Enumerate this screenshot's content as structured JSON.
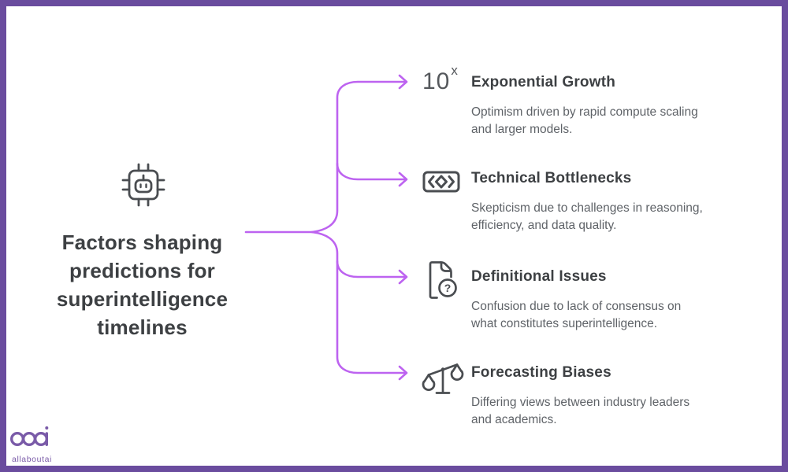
{
  "frame": {
    "border_color": "#6a4c9e",
    "background": "#ffffff"
  },
  "logo": {
    "mark": "aaa",
    "wordmark": "allaboutai",
    "color": "#7a5ba8"
  },
  "title": {
    "full": "Factors shaping predictions for superintelligence timelines",
    "lines": [
      "Factors shaping",
      "predictions for",
      "superintelligence",
      "timelines"
    ]
  },
  "connector": {
    "color": "#bd63f0",
    "style": "branching arrows to four factors"
  },
  "center_icon": "ai-chip-robot-icon",
  "items": [
    {
      "icon": "exponential-10x-icon",
      "icon_base": "10",
      "icon_sup": "x",
      "heading": "Exponential Growth",
      "body_lines": [
        "Optimism driven by rapid compute scaling",
        "and larger models."
      ]
    },
    {
      "icon": "code-chevrons-icon",
      "heading": "Technical Bottlenecks",
      "body_lines": [
        "Skepticism due to challenges in reasoning,",
        "efficiency, and data quality."
      ]
    },
    {
      "icon": "document-question-icon",
      "question_glyph": "?",
      "heading": "Definitional Issues",
      "body_lines": [
        "Confusion due to lack of consensus on",
        "what constitutes superintelligence."
      ]
    },
    {
      "icon": "balance-scale-icon",
      "heading": "Forecasting Biases",
      "body_lines": [
        "Differing views between industry leaders",
        "and academics."
      ]
    }
  ],
  "colors": {
    "heading": "#3d4043",
    "body": "#5f6368",
    "icon": "#4a4d51",
    "connector": "#bd63f0",
    "logo": "#7a5ba8",
    "border": "#6a4c9e"
  }
}
